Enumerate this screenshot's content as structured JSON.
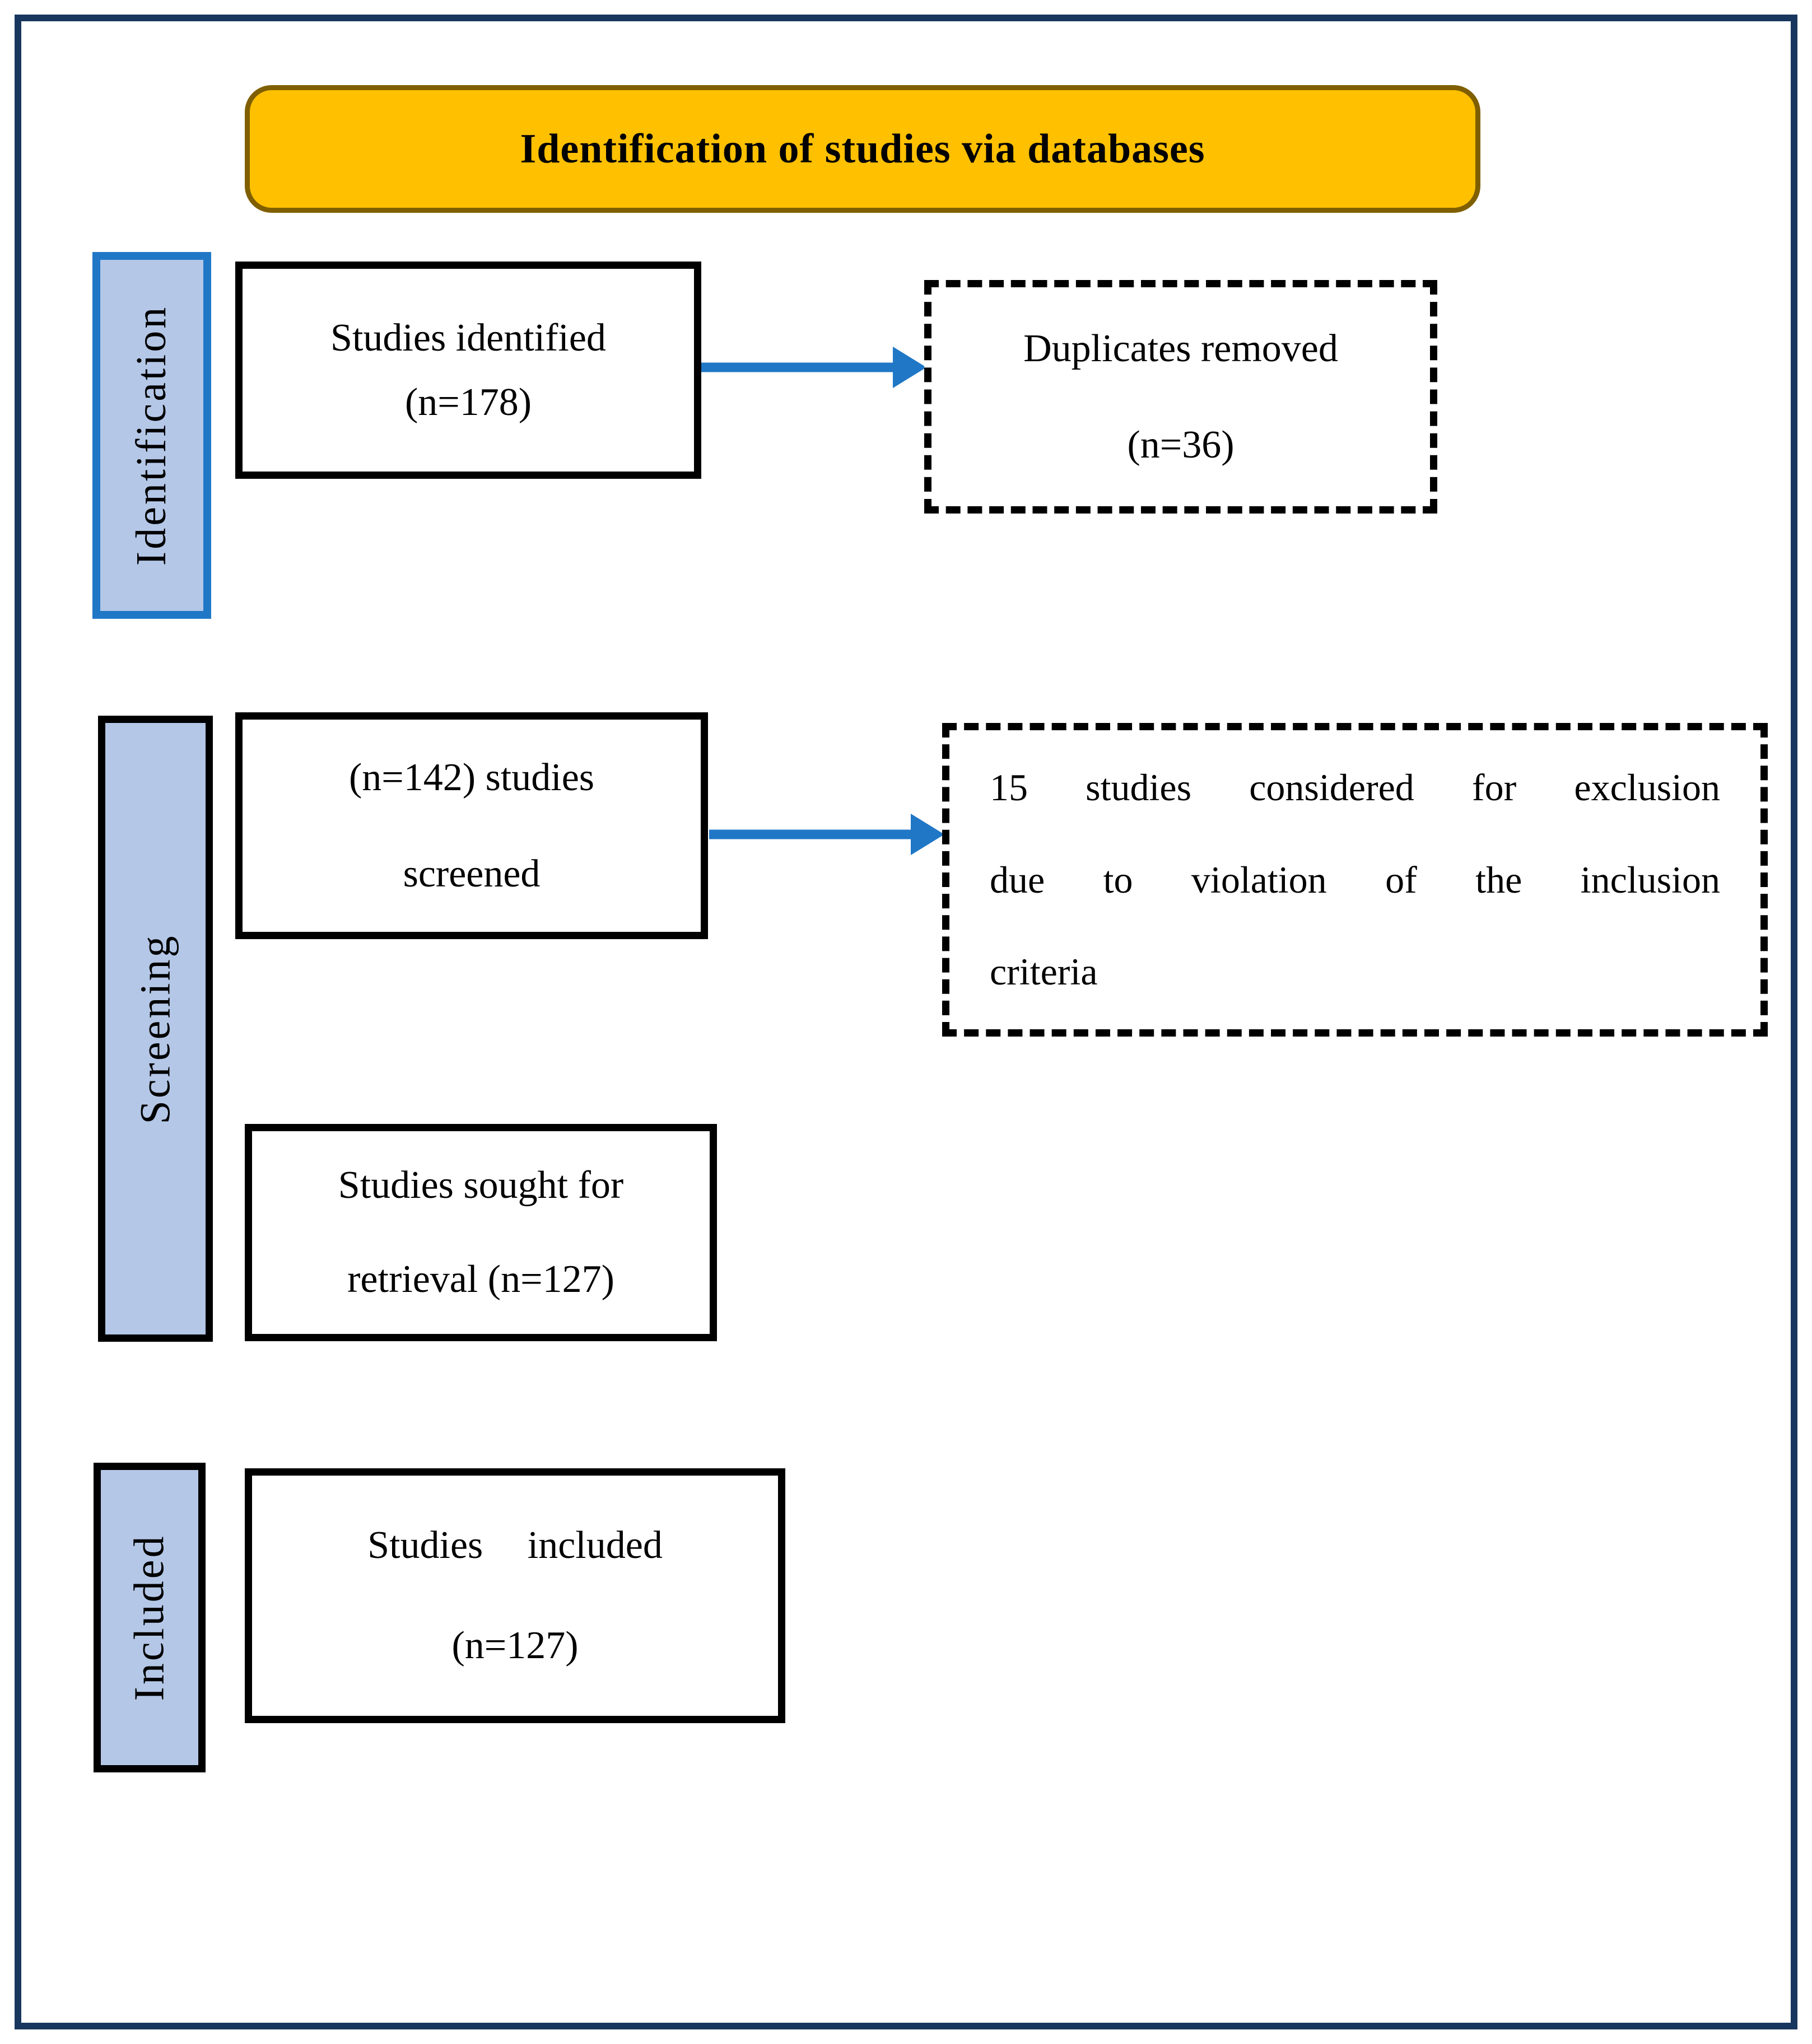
{
  "figure": {
    "title": "Identification of studies via databases"
  },
  "stages": [
    {
      "label": "Identification"
    },
    {
      "label": "Screening"
    },
    {
      "label": "Included"
    }
  ],
  "boxes": {
    "identified": {
      "lines": [
        "Studies identified",
        "(n=178)"
      ]
    },
    "duplicates": {
      "lines": [
        "Duplicates removed",
        "(n=36)"
      ]
    },
    "screened": {
      "lines": [
        "(n=142) studies",
        "screened"
      ]
    },
    "excluded": {
      "lines": [
        "15 studies considered for exclusion",
        "due to violation of the inclusion",
        "criteria"
      ]
    },
    "sought": {
      "lines": [
        "Studies sought for",
        "retrieval (n=127)"
      ]
    },
    "included": {
      "lines": [
        "Studies included",
        "(n=127)"
      ]
    }
  },
  "colors": {
    "navy": "#17375E",
    "accent": "#2077C6",
    "stage-fill": "#B4C7E7",
    "gold": "#FFC000",
    "gold-border": "#7F5F00",
    "ink": "#000000",
    "paper": "#FFFFFF"
  }
}
